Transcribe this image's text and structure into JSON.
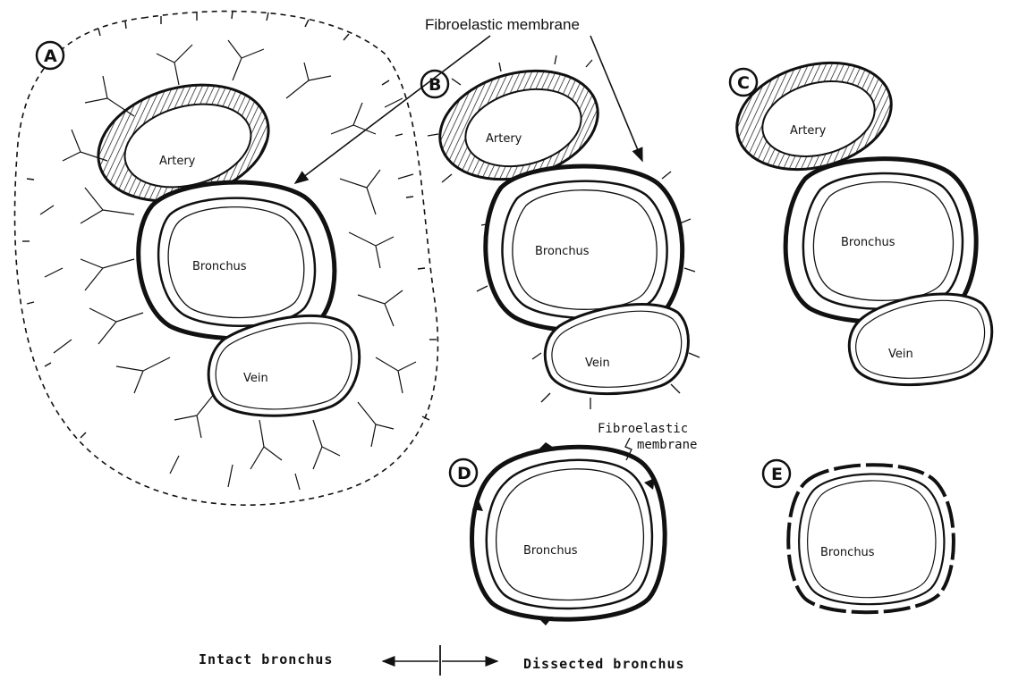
{
  "membrane_label_top": "Fibroelastic membrane",
  "membrane_label_small": [
    "Fibroelastic",
    "membrane"
  ],
  "panels": {
    "A": {
      "letter": "A",
      "artery": "Artery",
      "bronchus": "Bronchus",
      "vein": "Vein"
    },
    "B": {
      "letter": "B",
      "artery": "Artery",
      "bronchus": "Bronchus",
      "vein": "Vein"
    },
    "C": {
      "letter": "C",
      "artery": "Artery",
      "bronchus": "Bronchus",
      "vein": "Vein"
    },
    "D": {
      "letter": "D",
      "bronchus": "Bronchus"
    },
    "E": {
      "letter": "E",
      "bronchus": "Bronchus"
    }
  },
  "footer": {
    "left": "Intact bronchus",
    "right": "Dissected bronchus"
  }
}
